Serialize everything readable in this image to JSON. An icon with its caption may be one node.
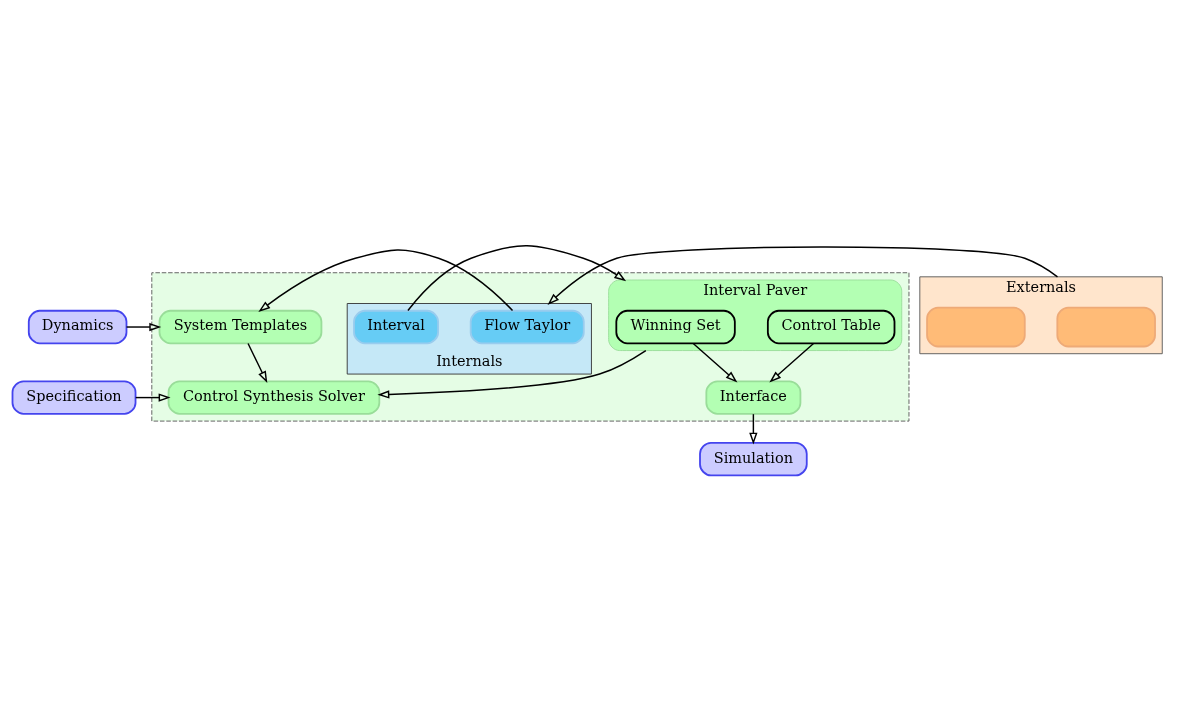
{
  "diagram": {
    "nodes": [
      {
        "text": [
          "Dynamics"
        ]
      },
      {
        "text": [
          "Specification"
        ]
      },
      {
        "text": [],
        "shape": "box"
      },
      {
        "text": [
          "System Templates"
        ],
        "in": 2
      },
      {
        "text": [
          "Control Synthesis Solver"
        ],
        "in": 2
      },
      {
        "text": [
          "Interval Paver"
        ],
        "in": 2
      },
      {
        "text": [
          "Winning Set"
        ],
        "in": 5
      },
      {
        "text": [
          "Control Table"
        ],
        "in": 5
      },
      {
        "text": [
          "Interface"
        ],
        "in": 2
      },
      {
        "text": [
          "Internals"
        ],
        "in": 2
      },
      {
        "text": [
          "Flow Taylor"
        ],
        "in": 9
      },
      {
        "text": [
          "Interval"
        ],
        "in": 9
      },
      {
        "text": [
          "Externals"
        ]
      },
      {
        "text": [],
        "shape": "box",
        "in": 12
      },
      {
        "text": [],
        "shape": "box",
        "in": 12
      },
      {
        "text": [
          "Simulation"
        ]
      }
    ],
    "edges": [
      {
        "from": 0,
        "to": 3,
        "arrow": "to"
      },
      {
        "from": 1,
        "to": 4,
        "arrow": "to"
      },
      {
        "from": 3,
        "to": 4,
        "arrow": "to"
      },
      {
        "from": 5,
        "to": 4,
        "arrow": "to"
      },
      {
        "from": 10,
        "to": 3,
        "arrow": "to"
      },
      {
        "from": 11,
        "to": 5,
        "arrow": "to"
      },
      {
        "from": 6,
        "to": 8,
        "arrow": "to"
      },
      {
        "from": 7,
        "to": 8,
        "arrow": "to"
      },
      {
        "from": 8,
        "to": 15,
        "arrow": "to"
      },
      {
        "from": 12,
        "to": 9,
        "arrow": "to"
      }
    ]
  }
}
